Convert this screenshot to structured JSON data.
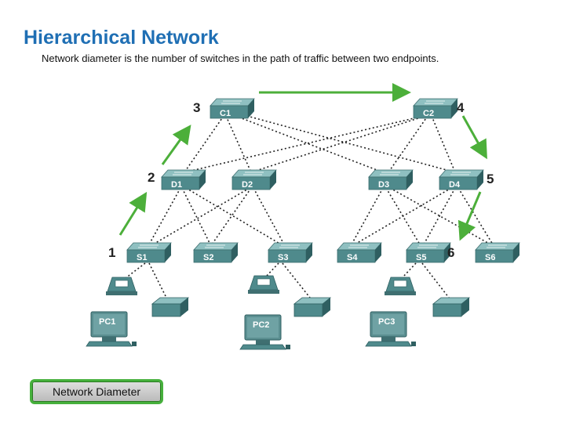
{
  "title": "Hierarchical Network",
  "subtitle": "Network diameter is the number of switches in the path of traffic between two endpoints.",
  "button_label": "Network Diameter",
  "colors": {
    "title": "#1f6fb4",
    "switch": "#4f8a8c",
    "arrow": "#4caf3a",
    "button_border": "#46b03c"
  },
  "switches": {
    "core": [
      "C1",
      "C2"
    ],
    "distribution": [
      "D1",
      "D2",
      "D3",
      "D4"
    ],
    "access": [
      "S1",
      "S2",
      "S3",
      "S4",
      "S5",
      "S6"
    ]
  },
  "pcs": [
    "PC1",
    "PC2",
    "PC3"
  ],
  "path_numbers": [
    "1",
    "2",
    "3",
    "4",
    "5",
    "6"
  ]
}
